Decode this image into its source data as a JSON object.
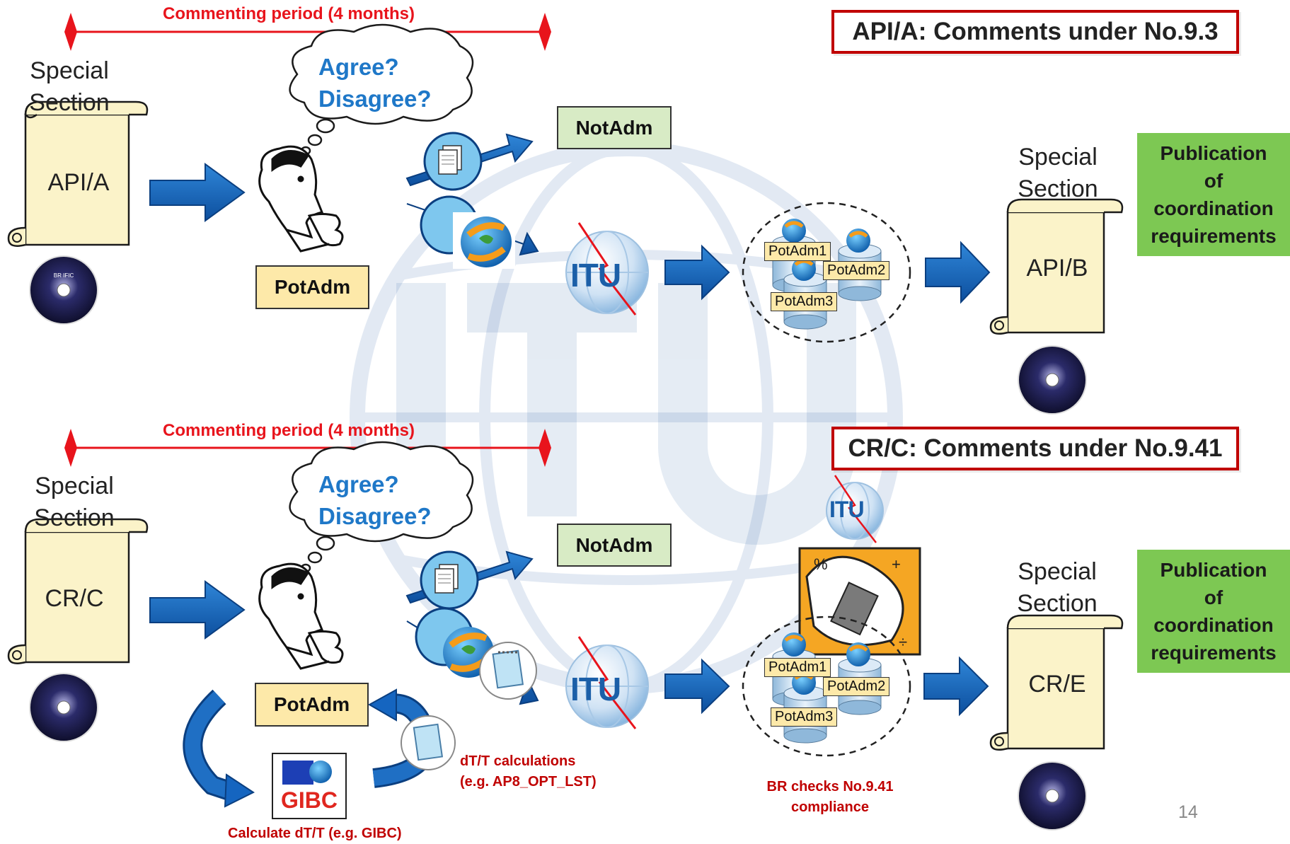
{
  "colors": {
    "arrow_blue": "#1565c0",
    "period_red": "#e8141c",
    "title_border": "#c00000",
    "potadm_fill": "#fde9a9",
    "notadm_fill": "#d8ebc5",
    "publication_fill": "#7dc853",
    "thought_text": "#1f78c8"
  },
  "top": {
    "period_label": "Commenting period (4 months)",
    "title": "API/A: Comments under No.9.3",
    "left_section_line1": "Special",
    "left_section_line2": "Section",
    "left_doc": "API/A",
    "thought_line1": "Agree?",
    "thought_line2": "Disagree?",
    "potadm": "PotAdm",
    "notadm": "NotAdm",
    "itu": "ITU",
    "db_tags": [
      "PotAdm1",
      "PotAdm2",
      "PotAdm3"
    ],
    "right_section_line1": "Special",
    "right_section_line2": "Section",
    "right_doc": "API/B",
    "publication": [
      "Publication",
      "of",
      "coordination",
      "requirements"
    ]
  },
  "bottom": {
    "period_label": "Commenting period (4 months)",
    "title": "CR/C: Comments under No.9.41",
    "left_section_line1": "Special",
    "left_section_line2": "Section",
    "left_doc": "CR/C",
    "thought_line1": "Agree?",
    "thought_line2": "Disagree?",
    "potadm": "PotAdm",
    "notadm": "NotAdm",
    "itu": "ITU",
    "itu_small": "ITU",
    "gibc": "GIBC",
    "db_tags": [
      "PotAdm1",
      "PotAdm2",
      "PotAdm3"
    ],
    "right_section_line1": "Special",
    "right_section_line2": "Section",
    "right_doc": "CR/E",
    "publication": [
      "Publication",
      "of",
      "coordination",
      "requirements"
    ],
    "calc_note": "Calculate dT/T (e.g. GIBC)",
    "dtt_note_line1": "dT/T calculations",
    "dtt_note_line2": "(e.g. AP8_OPT_LST)",
    "br_note_line1": "BR checks No.9.41",
    "br_note_line2": "compliance"
  },
  "page_number": "14",
  "icons": [
    "scroll-icon",
    "dvd-icon",
    "thinking-man-icon",
    "document-icon",
    "globe-sync-icon",
    "itu-logo-icon",
    "database-icon",
    "notepad-icon",
    "gibc-icon",
    "calculator-clipart-icon"
  ]
}
